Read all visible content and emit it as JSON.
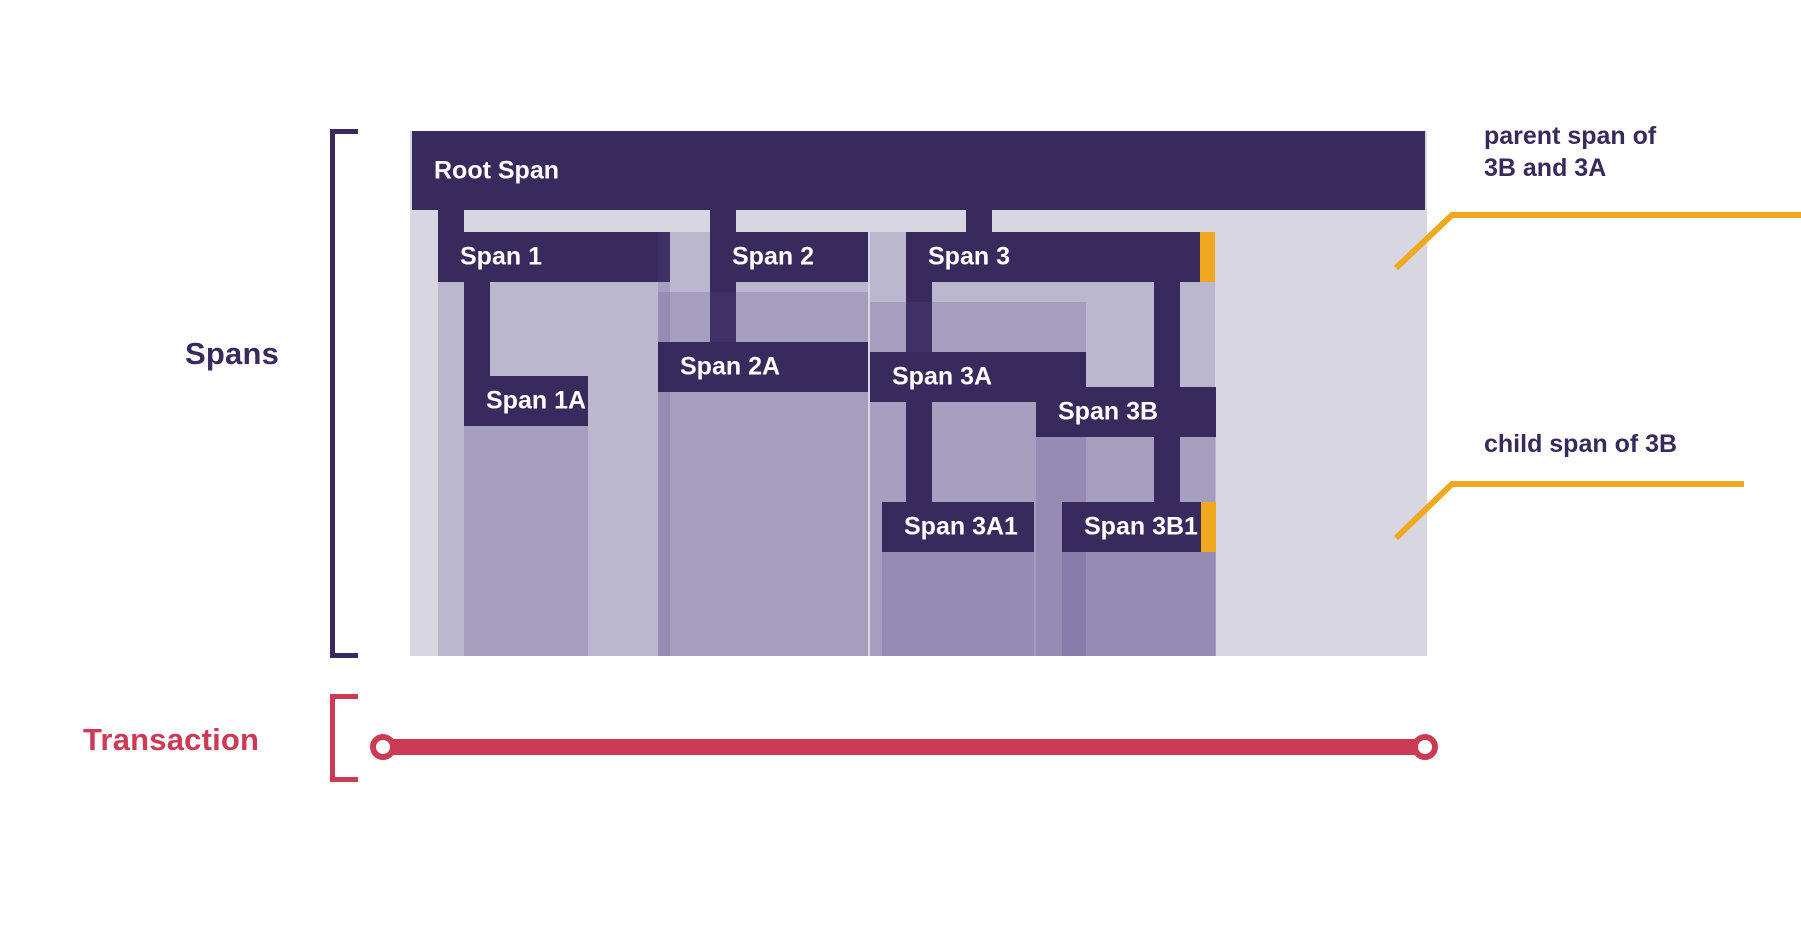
{
  "diagram": {
    "title_implicit": "Distributed tracing: spans within a transaction",
    "colors": {
      "span_header": "#382a5c",
      "span_body": "rgba(90,75,140,0.22)",
      "container_bg": "#d7d6e1",
      "highlight_orange": "#f0a81f",
      "transaction_red": "#cc3a53",
      "text_dark": "#382a5c",
      "text_light": "#ffffff"
    }
  },
  "axis": {
    "spans_label": "Spans",
    "transaction_label": "Transaction"
  },
  "spans": [
    {
      "id": "root",
      "label": "Root Span",
      "depth": 0
    },
    {
      "id": "s1",
      "label": "Span 1",
      "depth": 1
    },
    {
      "id": "s1a",
      "label": "Span 1A",
      "depth": 2
    },
    {
      "id": "s2",
      "label": "Span 2",
      "depth": 1
    },
    {
      "id": "s2a",
      "label": "Span 2A",
      "depth": 2
    },
    {
      "id": "s3",
      "label": "Span 3",
      "depth": 1
    },
    {
      "id": "s3a",
      "label": "Span 3A",
      "depth": 2
    },
    {
      "id": "s3a1",
      "label": "Span 3A1",
      "depth": 3
    },
    {
      "id": "s3b",
      "label": "Span 3B",
      "depth": 2
    },
    {
      "id": "s3b1",
      "label": "Span 3B1",
      "depth": 3
    }
  ],
  "callouts": [
    {
      "id": "c1",
      "text": "parent span of\n3B and 3A",
      "target_span": "Span 3"
    },
    {
      "id": "c2",
      "text": "child span of 3B",
      "target_span": "Span 3B1"
    }
  ],
  "transaction": {
    "start_marker": "start",
    "end_marker": "end"
  }
}
